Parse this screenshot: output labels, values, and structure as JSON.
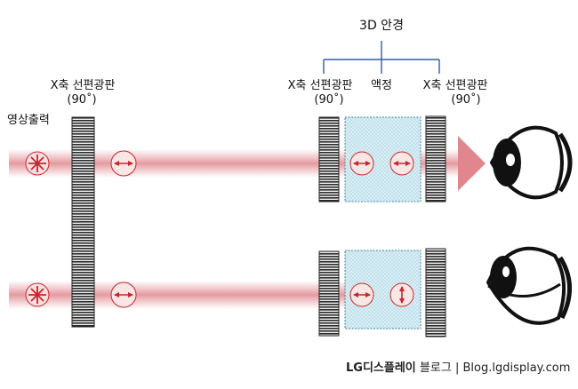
{
  "labels": {
    "glasses_title": "3D 안경",
    "polarizer_left": "X축 선편광판",
    "polarizer_left_angle": "(90˚)",
    "source_label": "영상출력",
    "polarizer_glasses_left": "X축 선편광판",
    "polarizer_glasses_left_angle": "(90˚)",
    "liquid_crystal": "액정",
    "polarizer_glasses_right": "X축 선편광판",
    "polarizer_glasses_right_angle": "(90˚)"
  },
  "footer": {
    "brand": "LG디스플레이",
    "blog": "블로그",
    "separator": "|",
    "url": "Blog.lgdisplay.com"
  },
  "colors": {
    "beam": "#e8a9ad",
    "accent_red": "#c8252c",
    "polarizer_dark": "#2b2b2b",
    "lc_fill": "#d7eef4",
    "bracket_blue": "#2d5fa8"
  }
}
